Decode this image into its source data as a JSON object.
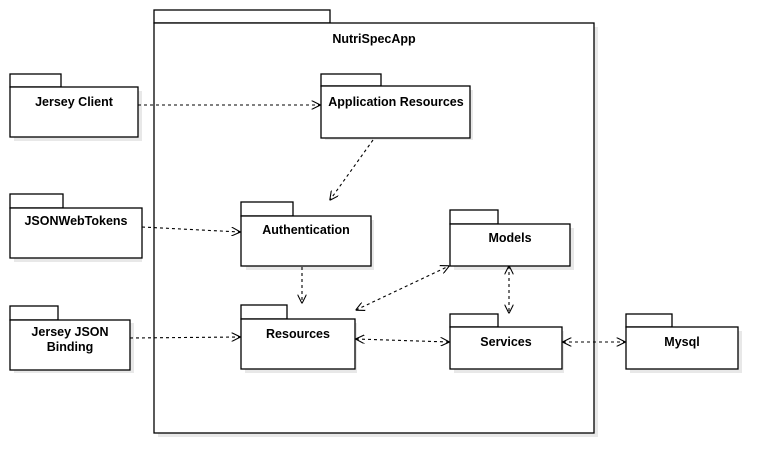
{
  "diagram": {
    "container": {
      "name": "NutriSpecApp"
    },
    "packages": {
      "jersey_client": "Jersey Client",
      "jsonwebtokens": "JSONWebTokens",
      "jersey_json_binding": [
        "Jersey JSON",
        "Binding"
      ],
      "application_resources": "Application Resources",
      "authentication": "Authentication",
      "models": "Models",
      "resources": "Resources",
      "services": "Services",
      "mysql": "Mysql"
    },
    "dependencies": [
      {
        "from": "jersey_client",
        "to": "application_resources",
        "type": "one-way"
      },
      {
        "from": "jsonwebtokens",
        "to": "authentication",
        "type": "one-way"
      },
      {
        "from": "jersey_json_binding",
        "to": "resources",
        "type": "one-way"
      },
      {
        "from": "application_resources",
        "to": "authentication",
        "type": "one-way"
      },
      {
        "from": "authentication",
        "to": "resources",
        "type": "one-way"
      },
      {
        "from": "resources",
        "to": "models",
        "type": "two-way"
      },
      {
        "from": "resources",
        "to": "services",
        "type": "two-way"
      },
      {
        "from": "models",
        "to": "services",
        "type": "two-way"
      },
      {
        "from": "services",
        "to": "mysql",
        "type": "two-way"
      }
    ]
  }
}
